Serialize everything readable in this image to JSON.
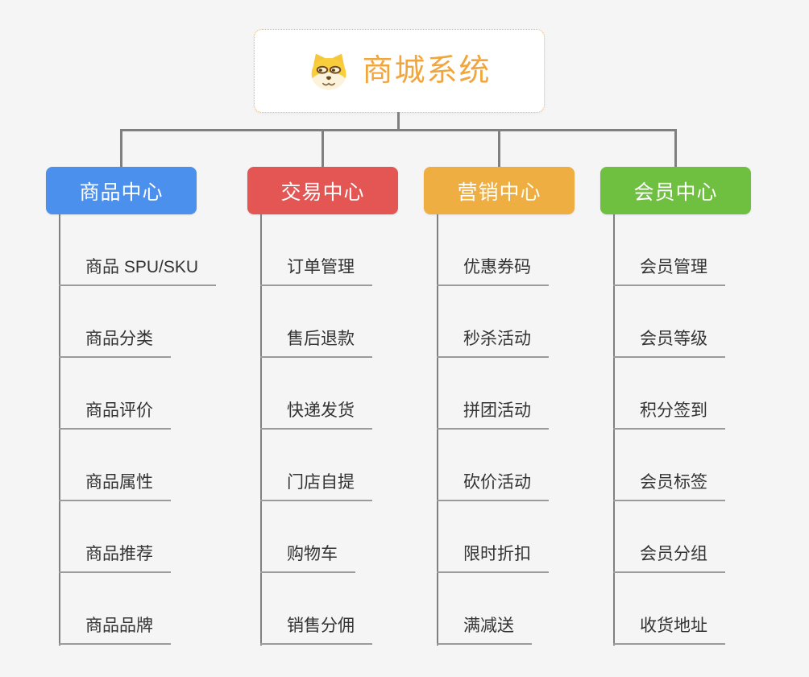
{
  "page": {
    "background": "#f5f5f5"
  },
  "colors": {
    "connector": "#808080",
    "underline": "#9b9b9b",
    "leaf_text": "#333333"
  },
  "root": {
    "title": "商城系统",
    "title_color": "#f0a63c",
    "border_color": "#f2b44d",
    "icon": "dog-face-icon"
  },
  "branches": [
    {
      "label": "商品中心",
      "color": "#4a90ec",
      "children": [
        "商品 SPU/SKU",
        "商品分类",
        "商品评价",
        "商品属性",
        "商品推荐",
        "商品品牌"
      ]
    },
    {
      "label": "交易中心",
      "color": "#e35654",
      "children": [
        "订单管理",
        "售后退款",
        "快递发货",
        "门店自提",
        "购物车",
        "销售分佣"
      ]
    },
    {
      "label": "营销中心",
      "color": "#efae41",
      "children": [
        "优惠券码",
        "秒杀活动",
        "拼团活动",
        "砍价活动",
        "限时折扣",
        "满减送"
      ]
    },
    {
      "label": "会员中心",
      "color": "#6fbf40",
      "children": [
        "会员管理",
        "会员等级",
        "积分签到",
        "会员标签",
        "会员分组",
        "收货地址"
      ]
    }
  ]
}
